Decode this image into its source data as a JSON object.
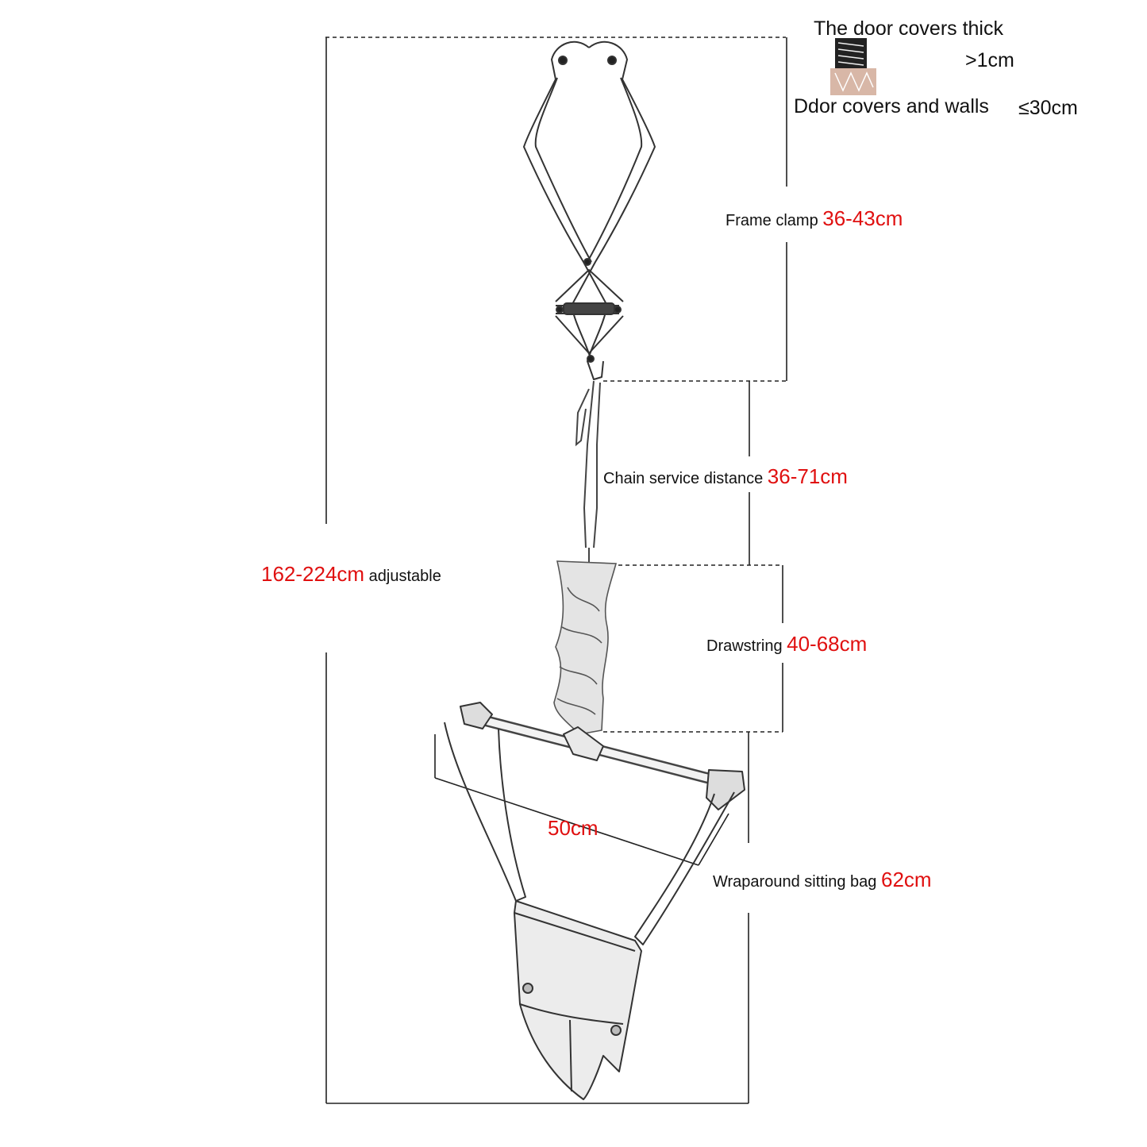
{
  "colors": {
    "text": "#111111",
    "value": "#e01010",
    "line": "#222222",
    "swatch_dark": "#222222",
    "swatch_wall": "#d8b7a7"
  },
  "legend": {
    "door_thick_label": "The door covers thick",
    "door_thick_value": ">1cm",
    "wall_label": "Ddor covers and walls",
    "wall_value": "≤30cm"
  },
  "dimensions": {
    "frame_clamp": {
      "label": "Frame clamp",
      "value": "36-43cm"
    },
    "chain": {
      "label": "Chain service distance",
      "value": "36-71cm"
    },
    "total": {
      "value": "162-224cm",
      "label": "adjustable"
    },
    "drawstring": {
      "label": "Drawstring",
      "value": "40-68cm"
    },
    "bar_width": {
      "value": "50cm"
    },
    "sitting_bag": {
      "label": "Wraparound sitting bag",
      "value": "62cm"
    }
  },
  "icons": {
    "clamp": "frame-clamp-illustration",
    "chain": "chain-illustration",
    "drawstring": "drawstring-sleeve-illustration",
    "seat": "sitting-bag-illustration"
  }
}
